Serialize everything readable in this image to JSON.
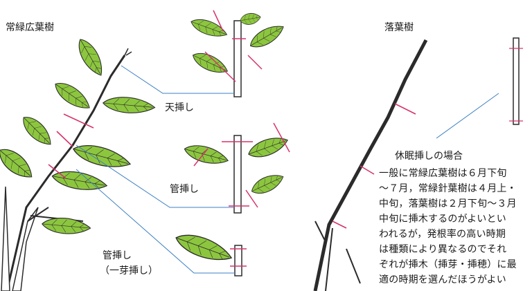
{
  "labels": {
    "evergreen": "常緑広葉樹",
    "deciduous": "落葉樹",
    "top_cutting": "天挿し",
    "tube_cutting": "管挿し",
    "tube_cutting_bud_1": "管挿し",
    "tube_cutting_bud_2": "（一芽挿し）",
    "dormant_cutting": "休眠挿しの場合"
  },
  "note_lines": [
    "一般に常緑広葉樹は６月下旬",
    "～７月，常緑針葉樹は４月上・",
    "中旬，落葉樹は２月下旬～３月",
    "中旬に挿木するのがよいとい",
    "われるが，発根率の高い時期",
    "は種類により異なるのでそれ",
    "ぞれが挿木（挿芽・挿穂）に最",
    "適の時期を選んだほうがよい"
  ],
  "colors": {
    "leaf": "#8cc63f",
    "leaf_outline": "#2b2b2b",
    "cut_mark": "#d6336c",
    "leader_line": "#3b7fc4",
    "stem_fill": "#ffffff"
  }
}
